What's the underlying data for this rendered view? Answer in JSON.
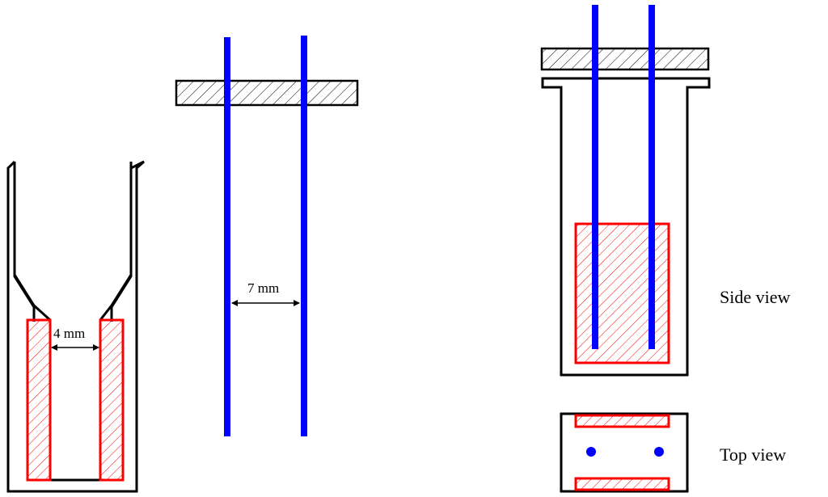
{
  "labels": {
    "gap_left": "4 mm",
    "gap_middle": "7 mm",
    "side_view": "Side view",
    "top_view": "Top view"
  },
  "colors": {
    "outline": "#000000",
    "electrode": "#ff0000",
    "wire": "#0000ff"
  }
}
